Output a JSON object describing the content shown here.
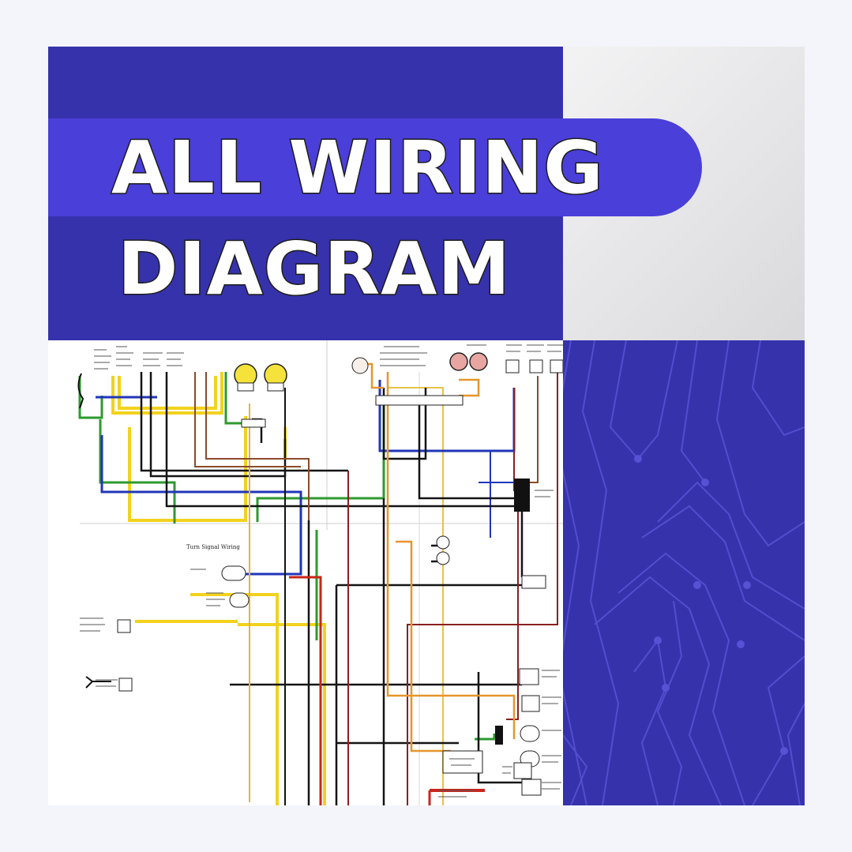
{
  "title": {
    "line1": "ALL WIRING",
    "line2": "DIAGRAM"
  },
  "colors": {
    "band": "#3632ab",
    "pill": "#4a3fd9",
    "title_text": "#ffffff",
    "wire_yellow": "#f2d21e",
    "wire_green": "#2e9a2e",
    "wire_blue": "#2036b8",
    "wire_red": "#c8261c",
    "wire_orange": "#e6962a",
    "wire_black": "#141414",
    "wire_brown": "#8a4a2a",
    "wire_gold": "#e8c24a"
  },
  "diagram": {
    "caption": "Turn Signal Wiring"
  },
  "icons": [
    "bulb-icon",
    "connector-icon",
    "switch-icon",
    "relay-icon",
    "circuit-trace-icon"
  ]
}
